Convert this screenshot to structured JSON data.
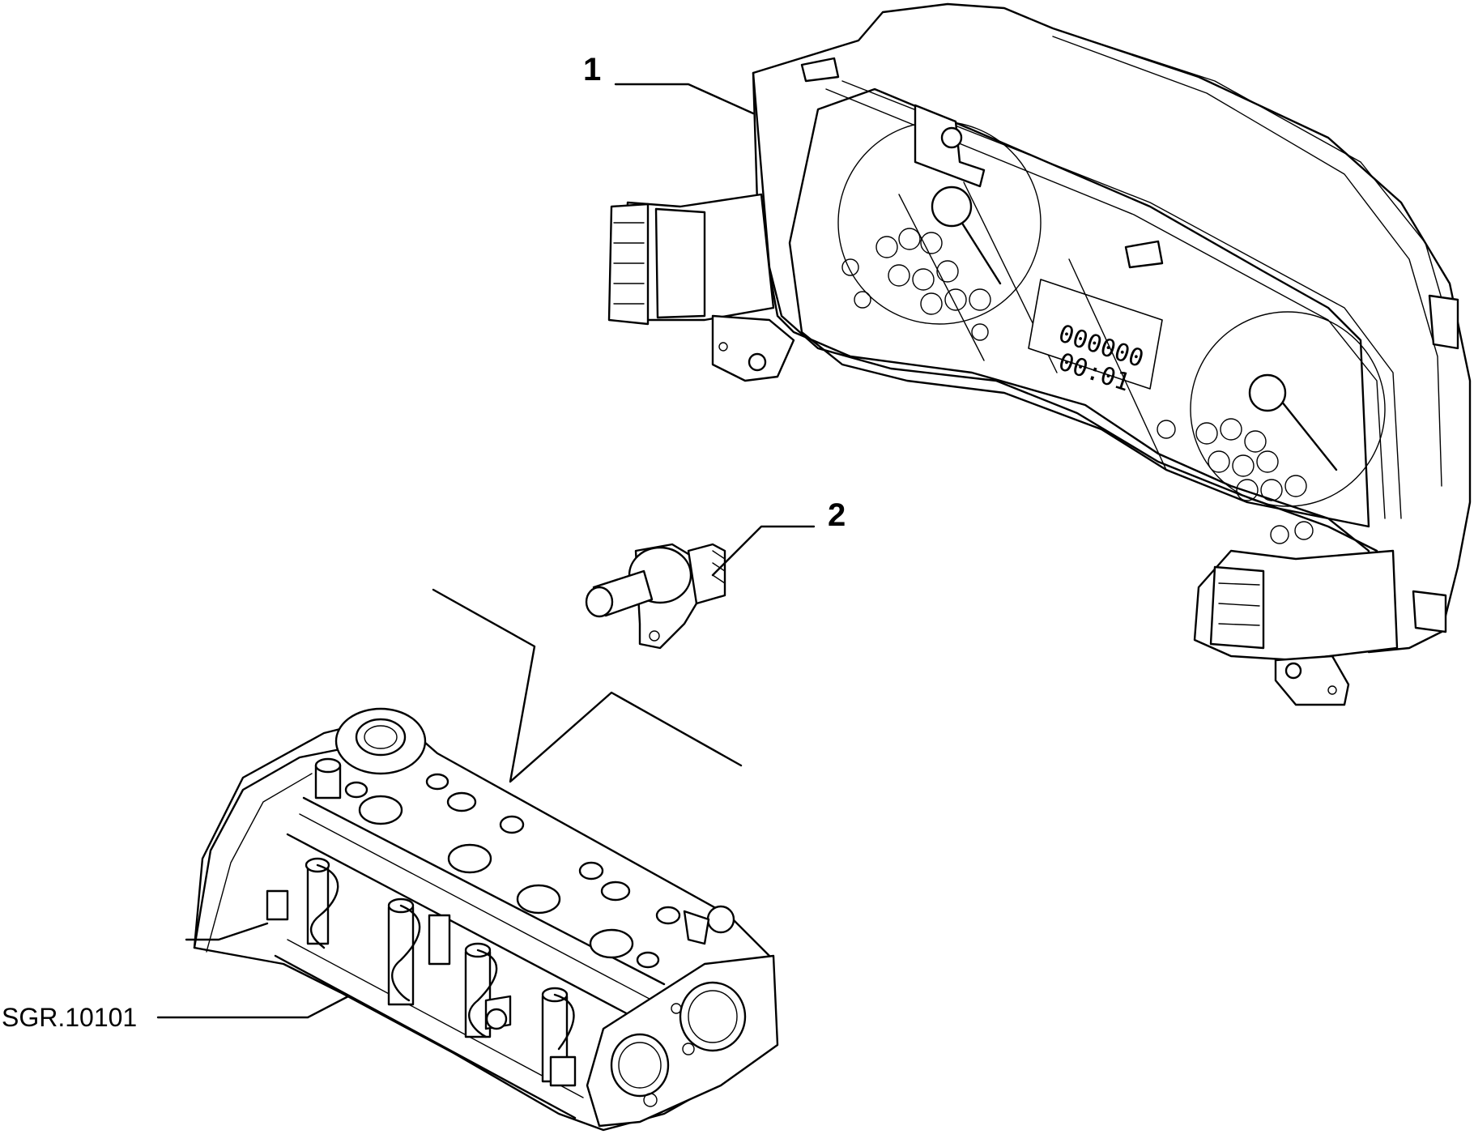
{
  "diagram": {
    "callouts": [
      {
        "label": "1"
      },
      {
        "label": "2"
      }
    ],
    "reference_code": "SGR.10101",
    "lcd_display": {
      "line1": "000000",
      "line2": "00:01"
    }
  }
}
